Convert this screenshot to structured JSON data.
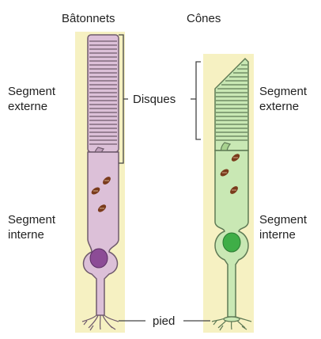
{
  "titles": {
    "rods": "Bâtonnets",
    "cones": "Cônes"
  },
  "labels": {
    "outer_segment_left": [
      "Segment",
      "externe"
    ],
    "inner_segment_left": [
      "Segment",
      "interne"
    ],
    "outer_segment_right": [
      "Segment",
      "externe"
    ],
    "inner_segment_right": [
      "Segment",
      "interne"
    ],
    "discs": "Disques",
    "foot": "pied"
  },
  "colors": {
    "background_band": "#f6f1c2",
    "rod_fill": "#dcc0d8",
    "rod_outline": "#6f5a6c",
    "rod_nucleus": "#8c4c96",
    "cone_fill": "#c9e8b4",
    "cone_outline": "#5f7a55",
    "cone_nucleus": "#3fae47",
    "mitochondria": "#7a3b1c"
  }
}
